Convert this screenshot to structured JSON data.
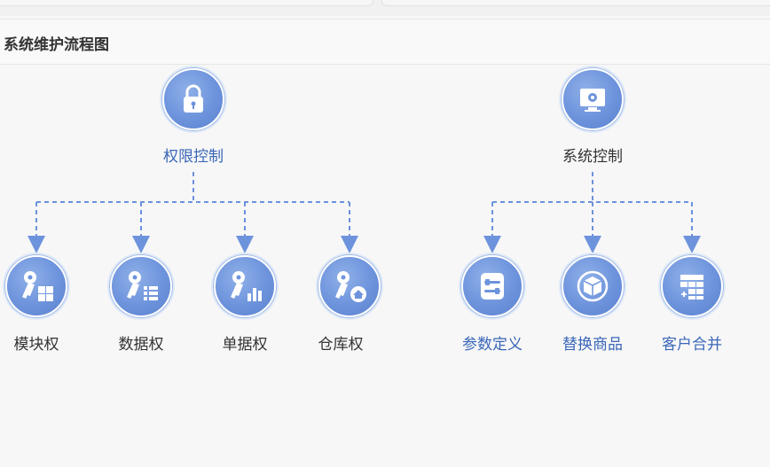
{
  "panel": {
    "title": "系统维护流程图"
  },
  "colors": {
    "connector": "#6d93dc",
    "label_blue": "#3a67b8",
    "label_dark": "#333333"
  },
  "groups": [
    {
      "root": {
        "label": "权限控制",
        "icon": "lock-icon",
        "label_color": "blue"
      },
      "children": [
        {
          "label": "模块权",
          "icon": "key-grid-icon",
          "label_color": "dark"
        },
        {
          "label": "数据权",
          "icon": "key-list-icon",
          "label_color": "dark"
        },
        {
          "label": "单据权",
          "icon": "key-bars-icon",
          "label_color": "dark"
        },
        {
          "label": "仓库权",
          "icon": "key-home-icon",
          "label_color": "dark"
        }
      ]
    },
    {
      "root": {
        "label": "系统控制",
        "icon": "monitor-gear-icon",
        "label_color": "dark"
      },
      "children": [
        {
          "label": "参数定义",
          "icon": "sliders-icon",
          "label_color": "blue"
        },
        {
          "label": "替换商品",
          "icon": "cube-icon",
          "label_color": "blue"
        },
        {
          "label": "客户合并",
          "icon": "table-merge-icon",
          "label_color": "blue"
        }
      ]
    }
  ]
}
